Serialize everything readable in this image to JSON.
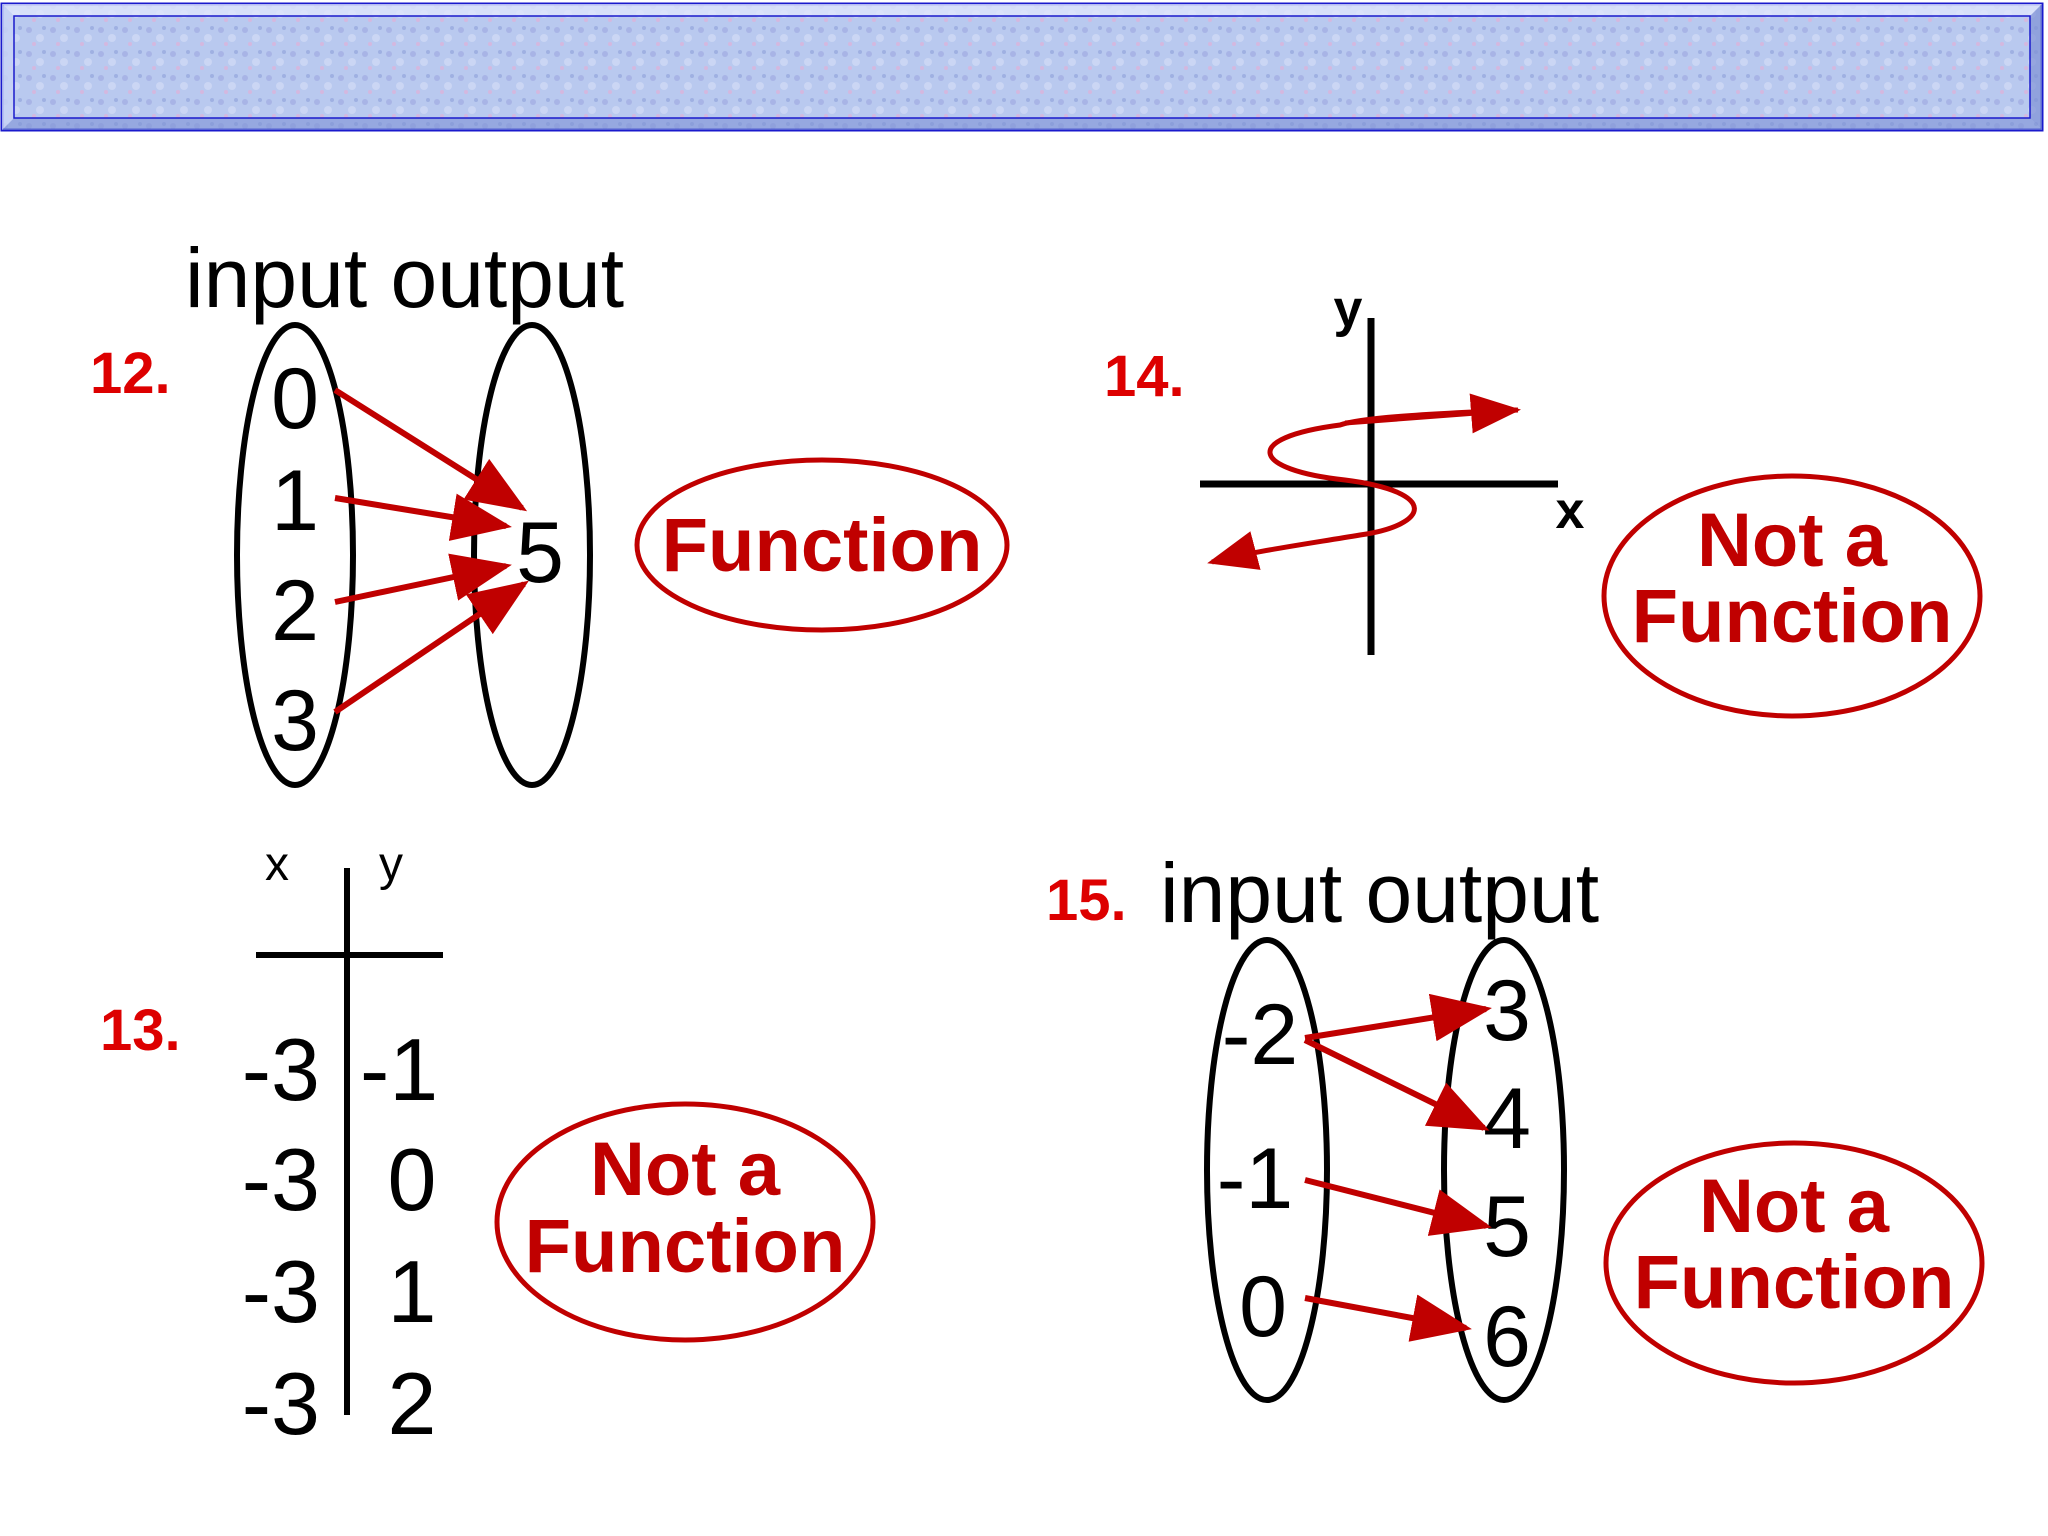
{
  "colors": {
    "answer": "#c00000",
    "problem_number": "#dd0000",
    "arrow": "#c00000",
    "banner_border": "#1a1acc",
    "banner_fill": "#b8c8ee"
  },
  "problems": {
    "p12": {
      "number": "12.",
      "header": "input output",
      "inputs": [
        "0",
        "1",
        "2",
        "3"
      ],
      "outputs": [
        "5"
      ],
      "answer": "Function"
    },
    "p13": {
      "number": "13.",
      "col_x": "x",
      "col_y": "y",
      "rows": [
        {
          "x": "-3",
          "y": "-1"
        },
        {
          "x": "-3",
          "y": "0"
        },
        {
          "x": "-3",
          "y": "1"
        },
        {
          "x": "-3",
          "y": "2"
        }
      ],
      "answer_line1": "Not a",
      "answer_line2": "Function"
    },
    "p14": {
      "number": "14.",
      "axis_x": "x",
      "axis_y": "y",
      "answer_line1": "Not a",
      "answer_line2": "Function"
    },
    "p15": {
      "number": "15.",
      "header": "input output",
      "inputs": [
        "-2",
        "-1",
        "0"
      ],
      "outputs": [
        "3",
        "4",
        "5",
        "6"
      ],
      "answer_line1": "Not a",
      "answer_line2": "Function"
    }
  }
}
